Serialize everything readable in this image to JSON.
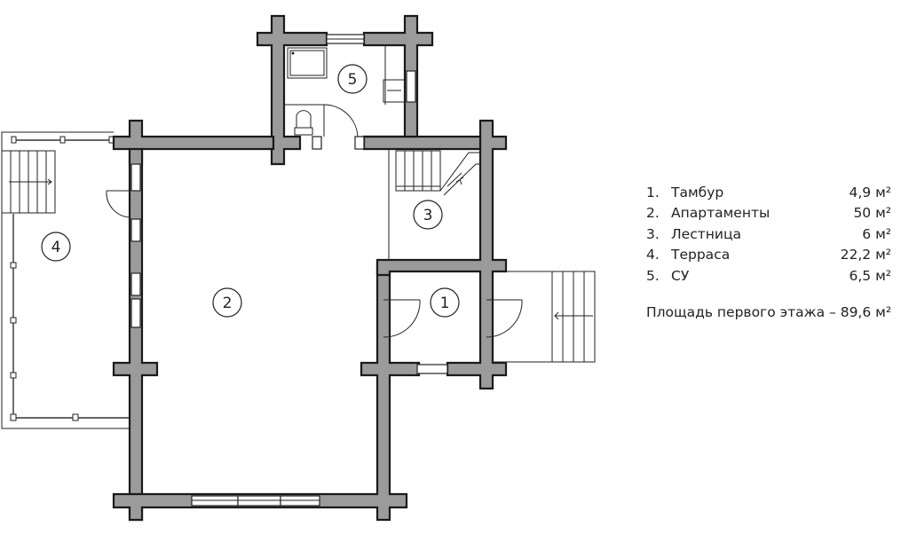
{
  "plan": {
    "room_labels": [
      "1",
      "2",
      "3",
      "4",
      "5"
    ]
  },
  "legend": {
    "rooms": [
      {
        "num": "1.",
        "name": "Тамбур",
        "area": "4,9 м²"
      },
      {
        "num": "2.",
        "name": "Апартаменты",
        "area": "50 м²"
      },
      {
        "num": "3.",
        "name": "Лестница",
        "area": "6 м²"
      },
      {
        "num": "4.",
        "name": "Терраса",
        "area": "22,2 м²"
      },
      {
        "num": "5.",
        "name": "СУ",
        "area": "6,5 м²"
      }
    ],
    "total": "Площадь первого этажа – 89,6 м²"
  },
  "colors": {
    "wall_fill": "#9b9b9b",
    "wall_stroke": "#1a1a1a",
    "background": "#ffffff"
  }
}
